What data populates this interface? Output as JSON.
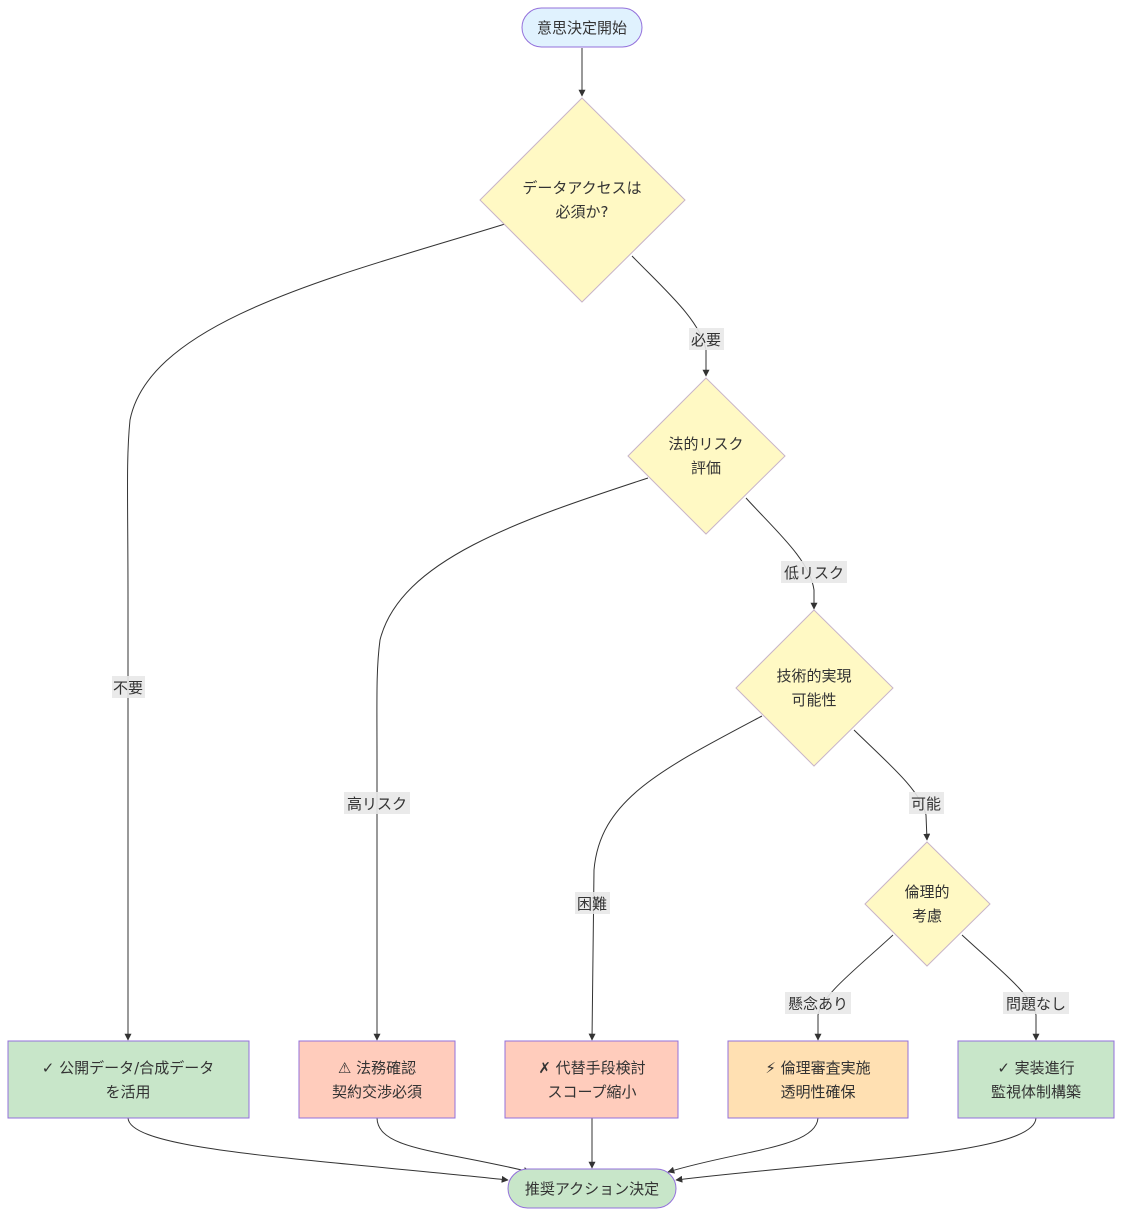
{
  "colors": {
    "start_fill": "#e0f2fe",
    "start_stroke": "#9370db",
    "decision_fill": "#fff9c4",
    "decision_stroke": "#c8b4c8",
    "green_fill": "#c8e6c9",
    "red_fill": "#ffccbc",
    "orange_fill": "#ffe0b2",
    "box_stroke": "#9370db",
    "edge": "#333333"
  },
  "nodes": {
    "start": {
      "lines": [
        "意思決定開始"
      ]
    },
    "data_access": {
      "lines": [
        "データアクセスは",
        "必須か?"
      ]
    },
    "legal_risk": {
      "lines": [
        "法的リスク",
        "評価"
      ]
    },
    "tech_feasibility": {
      "lines": [
        "技術的実現",
        "可能性"
      ]
    },
    "ethics": {
      "lines": [
        "倫理的",
        "考慮"
      ]
    },
    "public_data": {
      "lines": [
        "✓ 公開データ/合成データ",
        "を活用"
      ]
    },
    "legal_contract": {
      "lines": [
        "⚠ 法務確認",
        "契約交渉必須"
      ]
    },
    "alternative": {
      "lines": [
        "✗ 代替手段検討",
        "スコープ縮小"
      ]
    },
    "ethics_review": {
      "lines": [
        "⚡ 倫理審査実施",
        "透明性確保"
      ]
    },
    "implement": {
      "lines": [
        "✓ 実装進行",
        "監視体制構築"
      ]
    },
    "end": {
      "lines": [
        "推奨アクション決定"
      ]
    }
  },
  "edge_labels": {
    "not_needed": "不要",
    "needed": "必要",
    "high_risk": "高リスク",
    "low_risk": "低リスク",
    "difficult": "困難",
    "possible": "可能",
    "concern": "懸念あり",
    "no_issue": "問題なし"
  }
}
